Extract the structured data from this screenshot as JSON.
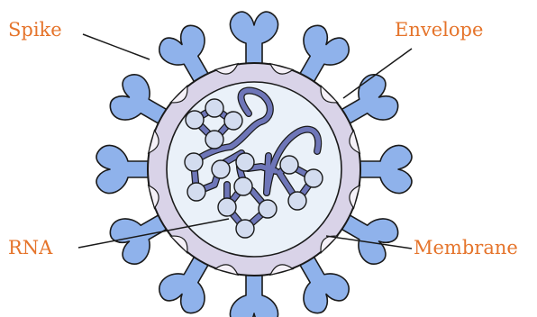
{
  "labels": {
    "spike": "Spike",
    "envelope": "Envelope",
    "rna": "RNA",
    "membrane": "Membrane"
  },
  "colors": {
    "label": "#e5742b",
    "spike_fill": "#8fb2eb",
    "envelope_ring": "#d9d3e8",
    "envelope_notch": "#f5f1f8",
    "membrane_fill": "#eaf1f9",
    "rna_strand": "#6e76b8",
    "rna_node": "#d3dcef",
    "outline": "#1a1a1a"
  }
}
